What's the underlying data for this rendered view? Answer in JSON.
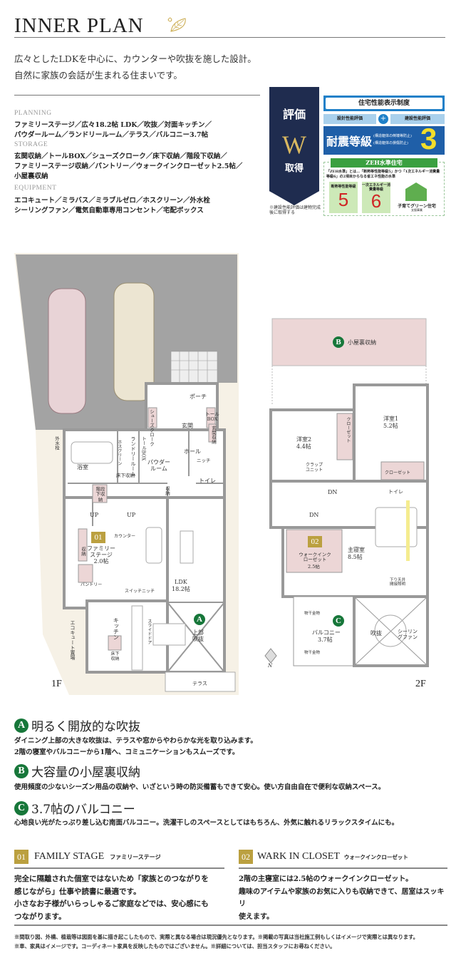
{
  "header": {
    "title": "INNER PLAN",
    "leaf_icon": "leaf-icon"
  },
  "intro": [
    "広々としたLDKを中心に、カウンターや吹抜を施した設計。",
    "自然に家族の会話が生まれる住まいです。"
  ],
  "specs": {
    "planning": {
      "label": "PLANNING",
      "lines": [
        "ファミリーステージ／広々18.2帖 LDK／吹抜／対面キッチン／",
        "パウダールーム／ランドリールーム／テラス／バルコニー3.7帖"
      ]
    },
    "storage": {
      "label": "STORAGE",
      "lines": [
        "玄関収納／トールBOX／シューズクローク／床下収納／階段下収納／",
        "ファミリーステージ収納／パントリー／ウォークインクローゼット2.5帖／",
        "小屋裏収納"
      ]
    },
    "equipment": {
      "label": "EQUIPMENT",
      "lines": [
        "エコキュート／ミラバス／ミラブルゼロ／ホスクリーン／外水栓",
        "シーリングファン／電気自動車専用コンセント／宅配ボックス"
      ]
    }
  },
  "badge": {
    "hyoka": "評価",
    "w": "W",
    "shutoku": "取得",
    "note": "※建設性能評価は建物完成後に取得する",
    "system": "住宅性能表示制度",
    "design_eval": "設計性能評価",
    "plus": "+",
    "build_eval": "建設性能評価",
    "seismic": "耐震等級",
    "seismic_sub1": "(構造躯体の倒壊等防止)",
    "seismic_sub2": "(構造躯体の損傷防止)",
    "seismic_grade": "3",
    "zeh": "ZEH水準住宅",
    "zeh_desc": "「ZEH水準」とは…「断熱等性能等級5」かつ「1次エネルギー消費量等級6」の2項目からなる省エネ性能の水準",
    "insulation_label": "断熱等性能等級",
    "insulation_grade": "5",
    "energy_label": "一次エネルギー消費量等級",
    "energy_grade": "6",
    "green": "子育てグリーン住宅",
    "green_sub": "支援事業"
  },
  "floor1": {
    "label": "1F",
    "rooms": {
      "porch": "ポーチ",
      "shoes": "シューズクローク",
      "tall_box": "トールBOX",
      "genkan": "玄関",
      "genkan_storage": "玄関収納",
      "outdoor_tap": "外水栓",
      "laundry": "ランドリールーム",
      "hoscreen": "ホスクリーン",
      "tall_box2": "トールBOX",
      "hall": "ホール",
      "bath": "浴室",
      "powder": "パウダールーム",
      "niche": "ニッチ",
      "underfloor": "床下収納",
      "toilet": "トイレ",
      "under_stairs": "階段下収納",
      "storage": "収納",
      "up1": "UP",
      "up2": "UP",
      "family_stage": "ファミリーステージ2.0帖",
      "family_storage": "収納",
      "counter": "カウンター",
      "pantry": "パントリー",
      "ldk": "LDK",
      "ldk_size": "18.2帖",
      "switch_niche": "スイッチニッチ",
      "kitchen": "キッチン",
      "slide_door": "スライドドア",
      "underfloor2": "床下収納",
      "atrium": "上部吹抜",
      "ecocute": "エコキュート置場",
      "terrace": "テラス"
    },
    "badge01": "01",
    "markerA": "A"
  },
  "floor2": {
    "label": "2F",
    "rooms": {
      "attic": "小屋裏収納",
      "room1": "洋室1",
      "room1_size": "5.2帖",
      "room2": "洋室2",
      "room2_size": "4.4帖",
      "closet1": "クローゼット",
      "closet2": "クローゼット",
      "crab": "クラップユニット",
      "dn1": "DN",
      "dn2": "DN",
      "toilet": "トイレ",
      "wic": "ウォークインクローゼット",
      "wic_size": "2.5帖",
      "master": "主寝室",
      "master_size": "8.5帖",
      "ceiling": "下り天井間接照明",
      "balcony": "バルコニー",
      "balcony_size": "3.7帖",
      "dryer1": "物干金物",
      "dryer2": "物干金物",
      "fukinuke": "吹抜",
      "fan": "シーリングファン"
    },
    "badge02": "02",
    "markerB": "B",
    "markerC": "C",
    "compass": "N"
  },
  "features": [
    {
      "marker": "A",
      "title": "明るく開放的な吹抜",
      "lines": [
        "ダイニング上部の大きな吹抜は、テラスや窓からやわらかな光を取り込みます。",
        "2階の寝室やバルコニーから1階へ、コミュニケーションもスムーズです。"
      ]
    },
    {
      "marker": "B",
      "title": "大容量の小屋裏収納",
      "lines": [
        "使用頻度の少ないシーズン用品の収納や、いざという時の防災備蓄もできて安心。使い方自由自在で便利な収納スペース。"
      ]
    },
    {
      "marker": "C",
      "title": "3.7帖のバルコニー",
      "lines": [
        "心地良い光がたっぷり差し込む南面バルコニー。洗濯干しのスペースとしてはもちろん、外気に触れるリラックスタイムにも。"
      ]
    }
  ],
  "points": [
    {
      "num": "01",
      "title": "FAMILY STAGE",
      "sub": "ファミリーステージ",
      "lines": [
        "完全に隔離された個室ではないため「家族とのつながりを",
        "感じながら」仕事や読書に最適です。",
        "小さなお子様がいらっしゃるご家庭などでは、安心感にも",
        "つながります。"
      ]
    },
    {
      "num": "02",
      "title": "WARK IN CLOSET",
      "sub": "ウォークインクローゼット",
      "lines": [
        "2階の主寝室には2.5帖のウォークインクローゼット。",
        "趣味のアイテムや家族のお気に入りも収納できて、居室はスッキリ",
        "使えます。"
      ]
    }
  ],
  "footnotes": [
    "※間取り図、外構、植栽等は図面を基に描き起こしたもので、実際と異なる場合は現況優先となります。※掲載の写真は当社施工例もしくはイメージで実際とは異なります。",
    "※車、家具はイメージです。コーディネート家具を反映したものではございません。※詳細については、担当スタッフにお尋ねください。"
  ],
  "colors": {
    "green": "#17773a",
    "gold": "#bba040",
    "navy": "#1f2c4f",
    "blue": "#1f5fa8",
    "pink": "#ecd6d6",
    "wall": "#9a9a9a"
  }
}
